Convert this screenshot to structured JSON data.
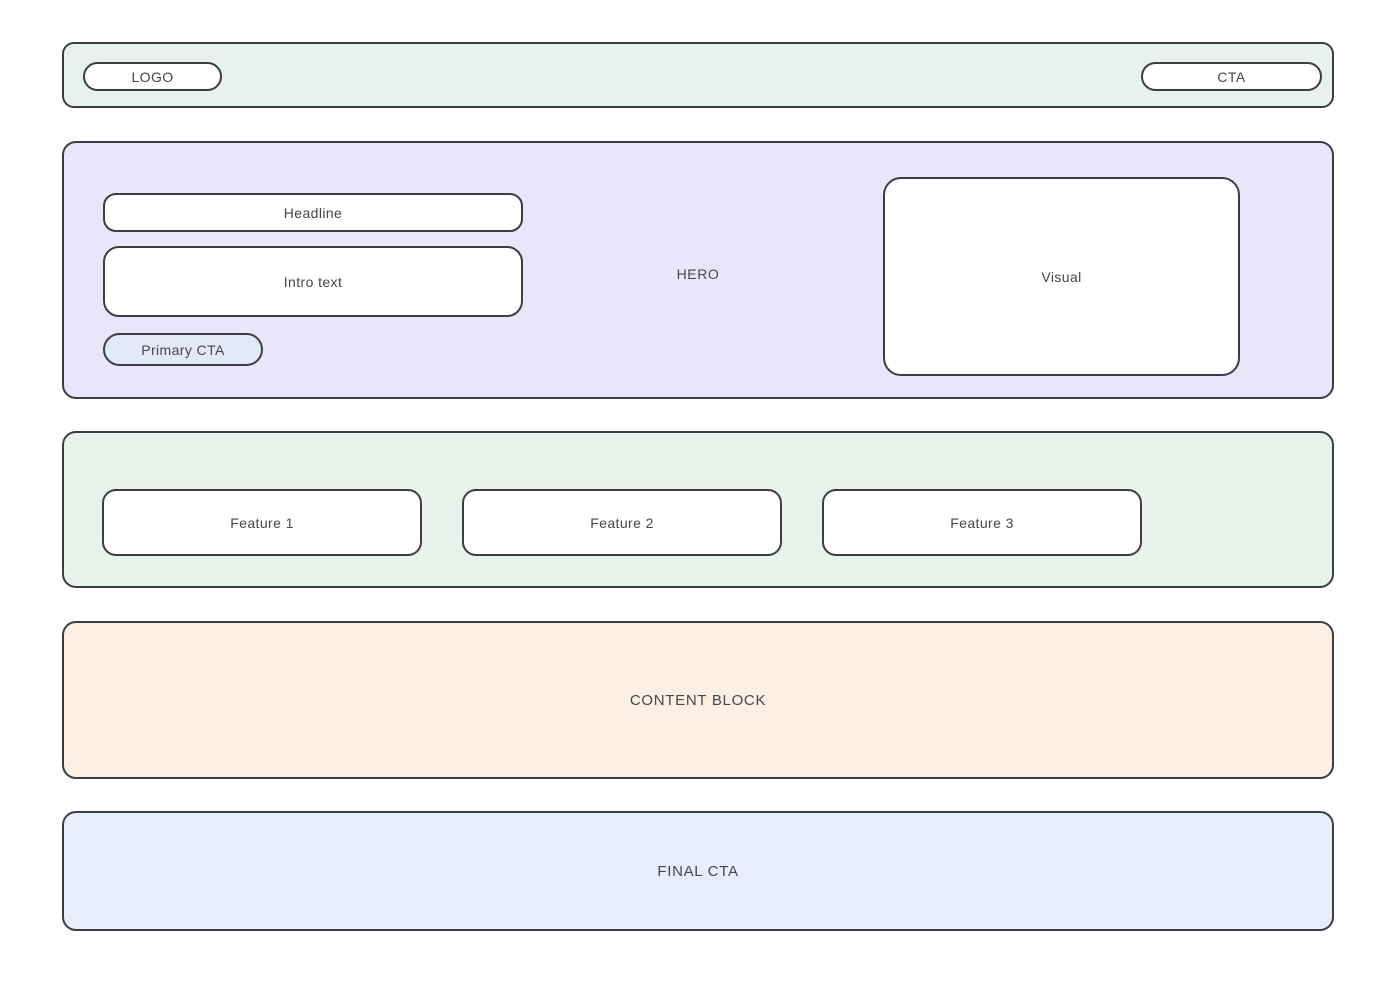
{
  "header": {
    "bg": "#e9f1ee",
    "logo_label": "LOGO",
    "cta_label": "CTA"
  },
  "hero": {
    "bg": "#e9e5fa",
    "label": "HERO",
    "headline_label": "Headline",
    "intro_label": "Intro text",
    "primary_cta_label": "Primary CTA",
    "primary_cta_bg": "#e4e9f8",
    "visual_label": "Visual"
  },
  "features": {
    "bg": "#e7f2ea",
    "items": [
      {
        "label": "Feature 1"
      },
      {
        "label": "Feature 2"
      },
      {
        "label": "Feature 3"
      }
    ]
  },
  "content_block": {
    "bg": "#fdf0e3",
    "label": "CONTENT BLOCK"
  },
  "final_cta": {
    "bg": "#e8edfb",
    "label": "FINAL CTA"
  },
  "colors": {
    "border": "#3a3e44",
    "text": "#43464b",
    "box_bg": "#ffffff"
  }
}
